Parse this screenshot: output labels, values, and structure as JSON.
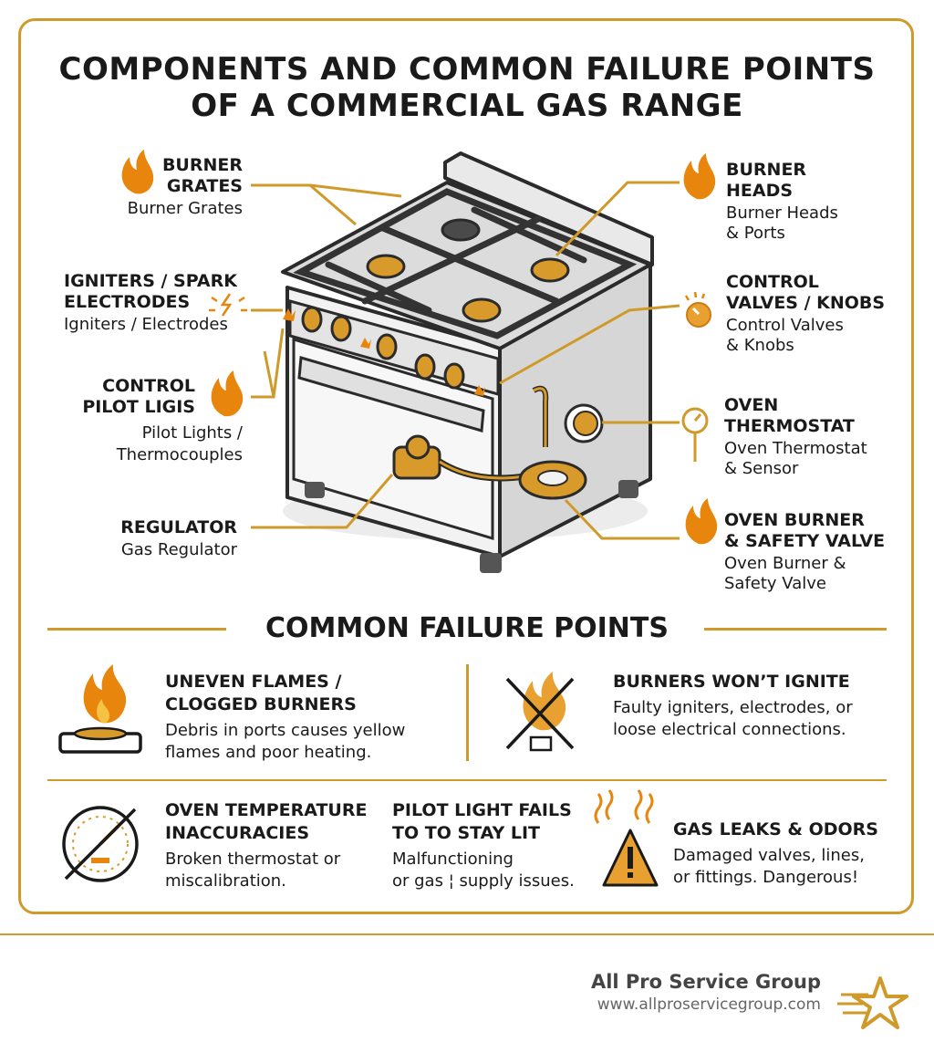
{
  "title": {
    "line1": "COMPONENTS AND COMMON FAILURE POINTS",
    "line2": "OF A COMMERCIAL GAS RANGE"
  },
  "components": {
    "burner_grates": {
      "head1": "BURNER",
      "head2": "GRATES",
      "sub": "Burner Grates"
    },
    "igniters": {
      "head1": "IGNITERS / SPARK",
      "head2": "ELECTRODES",
      "sub": "Igniters / Electrodes"
    },
    "pilot": {
      "head1": "CONTROL",
      "head2": "PILOT LIGIS",
      "sub1": "Pilot Lights /",
      "sub2": "Thermocouples"
    },
    "regulator": {
      "head": "REGULATOR",
      "sub": "Gas Regulator"
    },
    "burner_heads": {
      "head1": "BURNER",
      "head2": "HEADS",
      "sub1": "Burner Heads",
      "sub2": "& Ports"
    },
    "control_valves": {
      "head1": "CONTROL",
      "head2": "VALVES / KNOBS",
      "sub1": "Control Valves",
      "sub2": "& Knobs"
    },
    "oven_thermostat": {
      "head1": "OVEN",
      "head2": "THERMOSTAT",
      "sub1": "Oven Thermostat",
      "sub2": "& Sensor"
    },
    "oven_burner": {
      "head1": "OVEN BURNER",
      "head2": "& SAFETY VALVE",
      "sub1": "Oven Burner &",
      "sub2": "Safety Valve"
    }
  },
  "failure_section_title": "COMMON FAILURE POINTS",
  "failures": {
    "uneven": {
      "head1": "UNEVEN FLAMES /",
      "head2": "CLOGGED BURNERS",
      "desc1": "Debris in ports causes yellow",
      "desc2": "flames and poor heating."
    },
    "ignite": {
      "head": "BURNERS WON’T IGNITE",
      "desc1": "Faulty igniters, electrodes, or",
      "desc2": "loose electrical connections."
    },
    "temp": {
      "head1": "OVEN TEMPERATURE",
      "head2": "INACCURACIES",
      "desc1": "Broken thermostat or",
      "desc2": "miscalibration."
    },
    "pilot": {
      "head1": "PILOT LIGHT FAILS",
      "head2": "TO TO STAY LIT",
      "desc1": "Malfunctioning",
      "desc2": "or gas ¦ supply issues."
    },
    "gas": {
      "head": "GAS LEAKS & ODORS",
      "desc1": "Damaged valves, lines,",
      "desc2": "or fittings. Dangerous!"
    }
  },
  "brand": {
    "name": "All Pro Service Group",
    "url": "www.allproservicegroup.com"
  },
  "colors": {
    "accent": "#cf9a2a",
    "flame_orange": "#e8850c",
    "steel": "#e6e6e6",
    "outline": "#2b2b2b"
  },
  "icons": [
    "flame-icon",
    "spark-icon",
    "knob-icon",
    "gauge-icon",
    "no-flame-icon",
    "crossed-gauge-icon",
    "warning-icon",
    "star-logo-icon"
  ]
}
